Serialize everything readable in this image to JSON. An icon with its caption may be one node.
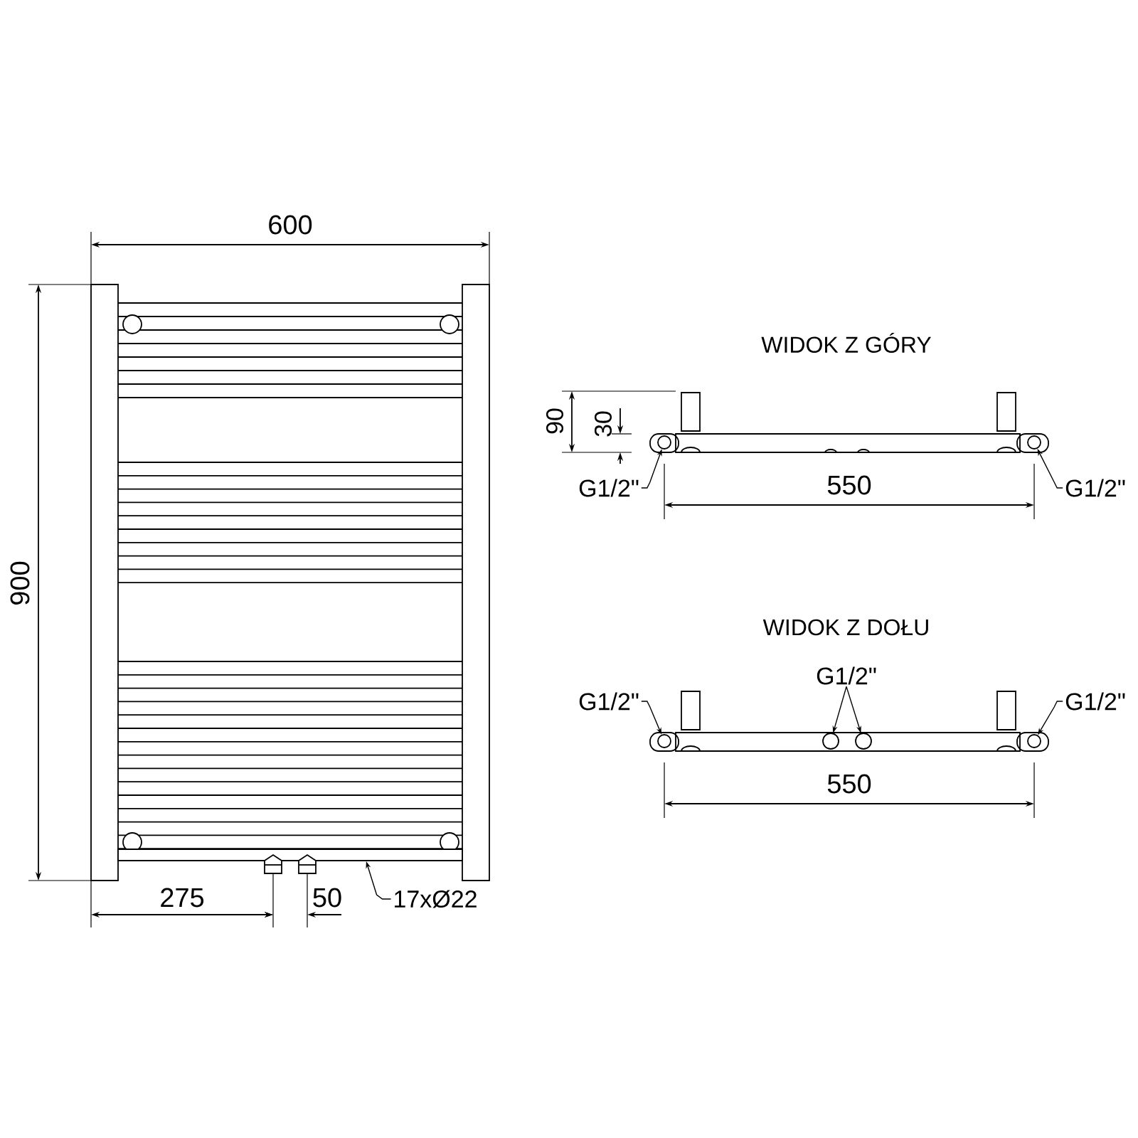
{
  "diagram": {
    "nodes": [
      {
        "text": [
          "17xØ22"
        ]
      },
      {
        "text": [],
        "shape": "bar"
      },
      {
        "text": [
          "G1/2\""
        ]
      },
      {
        "text": [],
        "shape": "circle"
      },
      {
        "text": [
          "G1/2\""
        ]
      },
      {
        "text": [],
        "shape": "circle"
      },
      {
        "text": [
          "G1/2\""
        ]
      },
      {
        "text": [],
        "shape": "circle"
      },
      {
        "text": [
          "G1/2\""
        ]
      },
      {
        "text": [],
        "shape": "circle"
      },
      {
        "text": [],
        "shape": "circle"
      },
      {
        "text": [
          "G1/2\""
        ]
      },
      {
        "text": [],
        "shape": "circle"
      }
    ],
    "edges": [
      {
        "from": 0,
        "to": 1,
        "arrow": "to"
      },
      {
        "from": 2,
        "to": 3,
        "arrow": "to"
      },
      {
        "from": 4,
        "to": 5,
        "arrow": "to"
      },
      {
        "from": 6,
        "to": 7,
        "arrow": "to"
      },
      {
        "from": 8,
        "to": 9,
        "arrow": "to"
      },
      {
        "from": 8,
        "to": 10,
        "arrow": "to"
      },
      {
        "from": 11,
        "to": 12,
        "arrow": "to"
      }
    ],
    "labels": [
      "600",
      "900",
      "275",
      "50",
      "WIDOK Z GÓRY",
      "90",
      "30",
      "550",
      "WIDOK Z DOŁU",
      "550"
    ]
  }
}
